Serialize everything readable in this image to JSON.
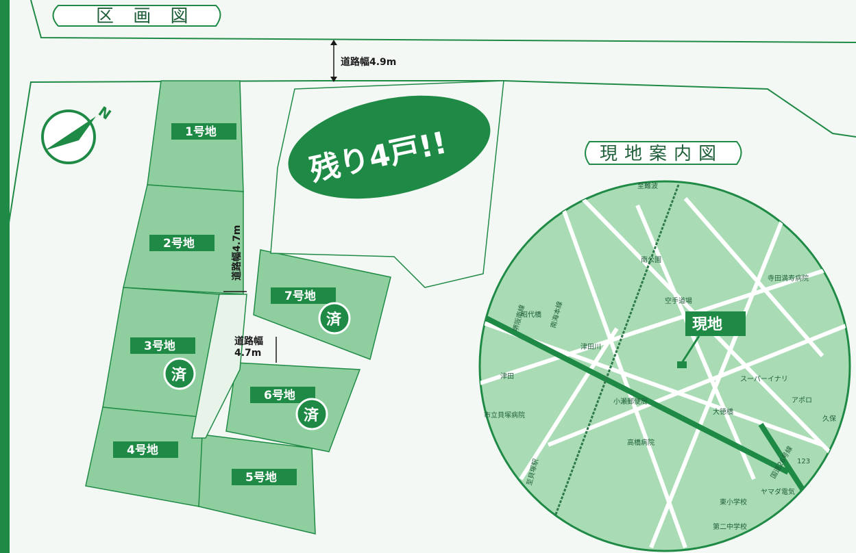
{
  "title": "区 画 図",
  "road_top": "道路幅4.9m",
  "road_vertical": "道路幅4.7m",
  "road_lower": "道路幅\n4.7m",
  "banner": "残り4戸!!",
  "map_title": "現地案内図",
  "north_label": "N",
  "sold_mark": "済",
  "lots": [
    {
      "label": "1号地",
      "sold": false
    },
    {
      "label": "2号地",
      "sold": false
    },
    {
      "label": "3号地",
      "sold": true
    },
    {
      "label": "4号地",
      "sold": false
    },
    {
      "label": "5号地",
      "sold": false
    },
    {
      "label": "6号地",
      "sold": true
    },
    {
      "label": "7号地",
      "sold": true
    }
  ],
  "map": {
    "site_label": "現地",
    "places": [
      "至難波",
      "南公園",
      "寺田満寿病院",
      "空手道場",
      "昭代橋",
      "津田",
      "津田川",
      "スーパーイナリ",
      "アポロ",
      "小瀬郵便局",
      "大徳橋",
      "久保",
      "市立貝塚病院",
      "高橋病院",
      "国道26号線",
      "123",
      "ヤマダ電気",
      "東小学校",
      "第二中学校",
      "堺阪南線",
      "南海本線",
      "至貝塚駅"
    ]
  },
  "colors": {
    "green": "#1f8a45",
    "light_green": "#c8e6c9",
    "dark_green": "#1f5f3a",
    "bg": "#f4f8f4"
  }
}
